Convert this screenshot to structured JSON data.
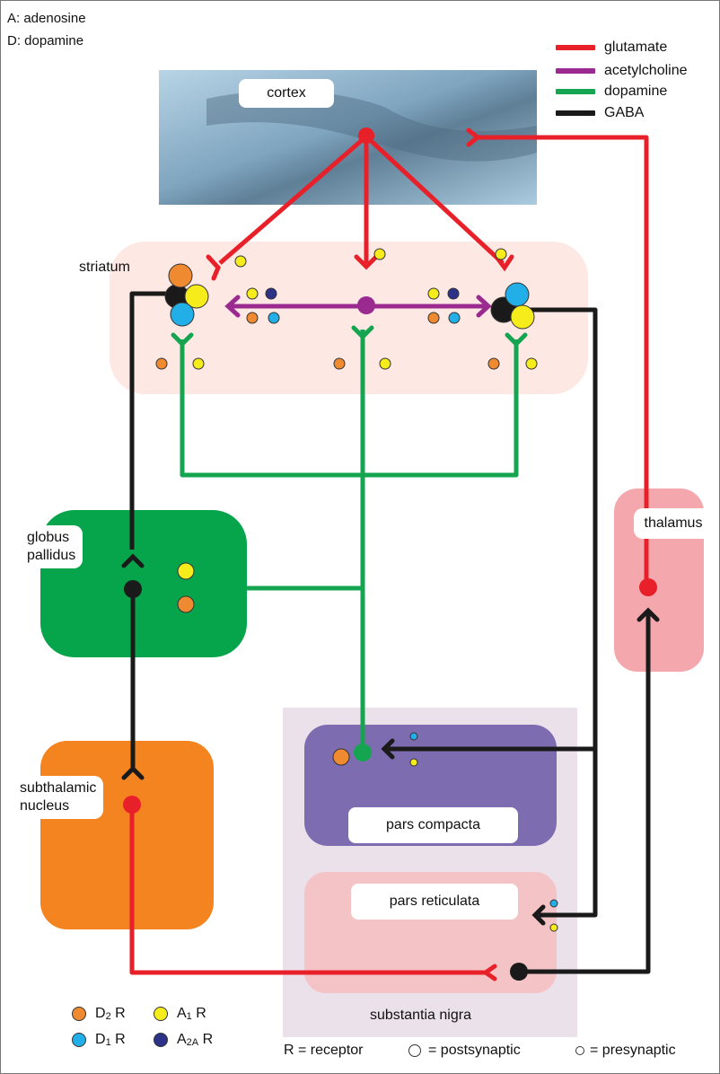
{
  "abbrev": {
    "adenosine": "A: adenosine",
    "dopamine": "D: dopamine"
  },
  "legend_lines": [
    {
      "label": "glutamate",
      "color": "#e8202a"
    },
    {
      "label": "acetylcholine",
      "color": "#9b2a90"
    },
    {
      "label": "dopamine",
      "color": "#15a550"
    },
    {
      "label": "GABA",
      "color": "#1a1a1a"
    }
  ],
  "regions": {
    "cortex": "cortex",
    "striatum": "striatum",
    "globus_pallidus": "globus\npallidus",
    "thalamus": "thalamus",
    "subthalamic_nucleus": "subthalamic\nnucleus",
    "pars_compacta": "pars compacta",
    "pars_reticulata": "pars reticulata",
    "substantia_nigra": "substantia nigra"
  },
  "receptor_legend": {
    "d2": {
      "main": "D",
      "sub": "2",
      "suffix": "R",
      "color": "#f08a30"
    },
    "a1": {
      "main": "A",
      "sub": "1",
      "suffix": "R",
      "color": "#f6ec1c"
    },
    "d1": {
      "main": "D",
      "sub": "1",
      "suffix": "R",
      "color": "#22aee6"
    },
    "a2a": {
      "main": "A",
      "sub": "2A",
      "suffix": "R",
      "color": "#2b3288"
    }
  },
  "footer": {
    "receptor": "R = receptor",
    "postsynaptic": "= postsynaptic",
    "presynaptic": "= presynaptic"
  },
  "colors": {
    "glutamate": "#e8202a",
    "acetylcholine": "#9b2a90",
    "dopamine": "#15a550",
    "gaba": "#1a1a1a",
    "cortex_bg": "#9fc4dc",
    "striatum_bg": "#fde8e4",
    "globus_pallidus_bg": "#06a54c",
    "thalamus_bg": "#f4a8ad",
    "subthalamic_bg": "#f3841f",
    "substantia_nigra_bg": "#ebe1ea",
    "pars_compacta_bg": "#7e6cb0",
    "pars_reticulata_bg": "#f3c3c5"
  }
}
